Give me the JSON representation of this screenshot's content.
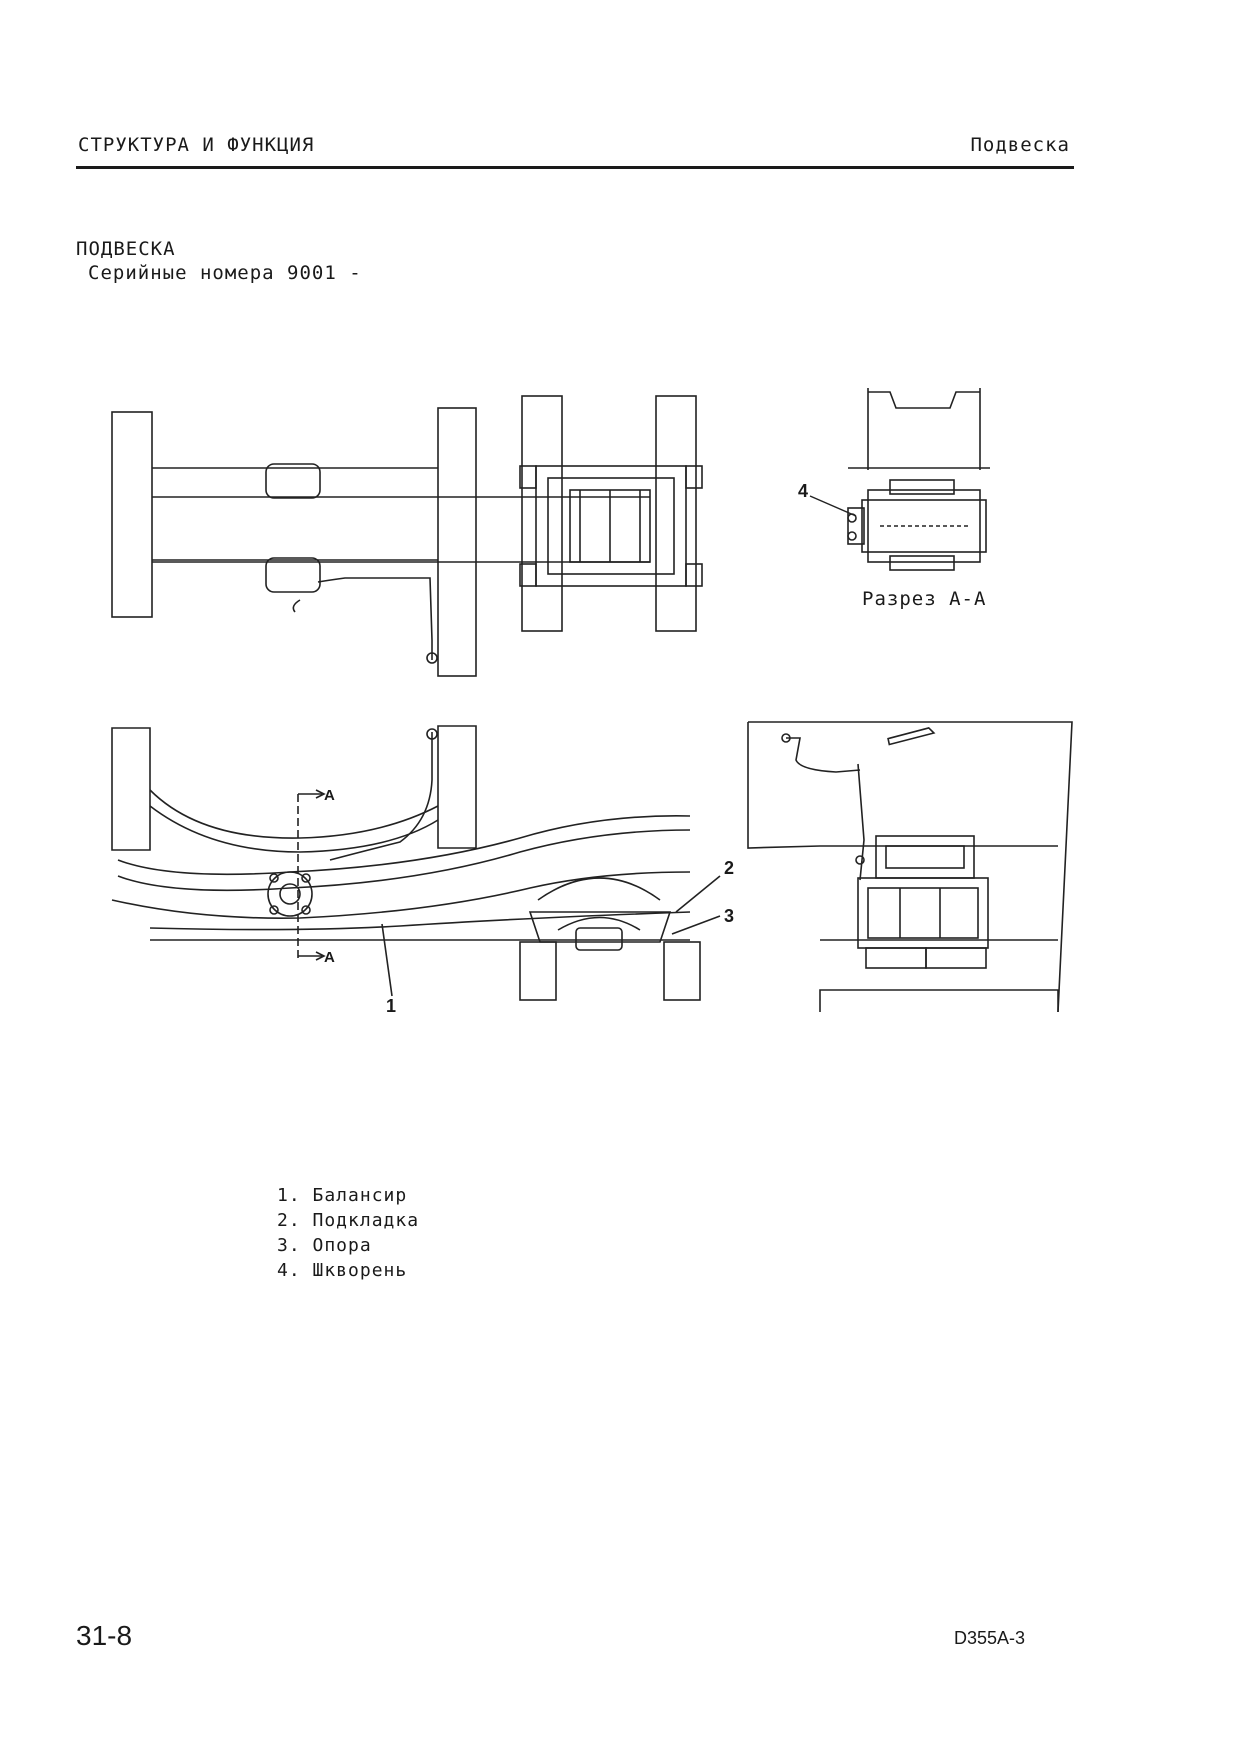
{
  "header": {
    "left": "СТРУКТУРА И ФУНКЦИЯ",
    "right": "Подвеска"
  },
  "section": {
    "title": "ПОДВЕСКА",
    "subtitle": "Серийные номера 9001 -"
  },
  "figure": {
    "section_label": "Разрез A-A",
    "callouts": {
      "c1": "1",
      "c2": "2",
      "c3": "3",
      "c4": "4",
      "cutA": "A"
    }
  },
  "legend": {
    "items": [
      "1. Балансир",
      "2. Подкладка",
      "3. Опора",
      "4. Шкворень"
    ]
  },
  "footer": {
    "page": "31-8",
    "model": "D355A-3"
  }
}
